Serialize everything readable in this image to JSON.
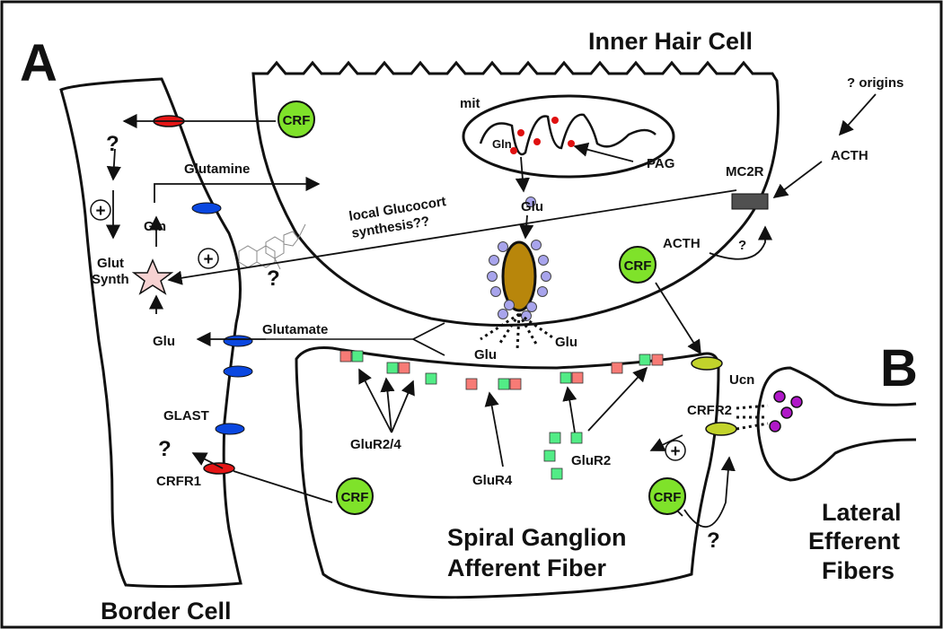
{
  "panel_labels": {
    "a": "A",
    "b": "B"
  },
  "titles": {
    "inner_hair_cell": "Inner Hair Cell",
    "border_cell": "Border Cell",
    "spiral_line1": "Spiral Ganglion",
    "spiral_line2": "Afferent Fiber",
    "lateral_line1": "Lateral",
    "lateral_line2": "Efferent",
    "lateral_line3": "Fibers"
  },
  "labels": {
    "origins": "? origins",
    "acth_top": "ACTH",
    "mc2r": "MC2R",
    "acth_mid": "ACTH",
    "q_acth": "?",
    "mit": "mit",
    "gln_mit": "Gln",
    "pag": "PAG",
    "glu_top": "Glu",
    "glutamine": "Glutamine",
    "local_line1": "local Glucocort",
    "local_line2": "synthesis??",
    "gln_left": "Gln",
    "glut_line1": "Glut",
    "glut_line2": "Synth",
    "q_border_top": "?",
    "q_steroid": "?",
    "glu_left": "Glu",
    "glutamate": "Glutamate",
    "glu_syn_left": "Glu",
    "glu_syn_right": "Glu",
    "glast": "GLAST",
    "q_crfr1": "?",
    "crfr1": "CRFR1",
    "glur24": "GluR2/4",
    "glur4": "GluR4",
    "glur2": "GluR2",
    "ucn": "Ucn",
    "crfr2": "CRFR2",
    "q_bottom": "?"
  },
  "crf_circles": [
    "CRF",
    "CRF",
    "CRF",
    "CRF"
  ],
  "plus_signs": [
    "+",
    "+",
    "+"
  ],
  "colors": {
    "crf_green": "#7fe22a",
    "glast_blue": "#0a47e0",
    "crfr1_red": "#e51515",
    "ribbon_brown": "#b8860b",
    "vesicle_lilac": "#a8a4ec",
    "receptor_pink": "#f77b76",
    "receptor_green": "#52ec86",
    "crfr2_yellow": "#c2d32b",
    "ucn_purple": "#b018c8",
    "pag_red": "#e01010",
    "mc2r_gray": "#505050",
    "star_pink": "#f6d2d2"
  }
}
